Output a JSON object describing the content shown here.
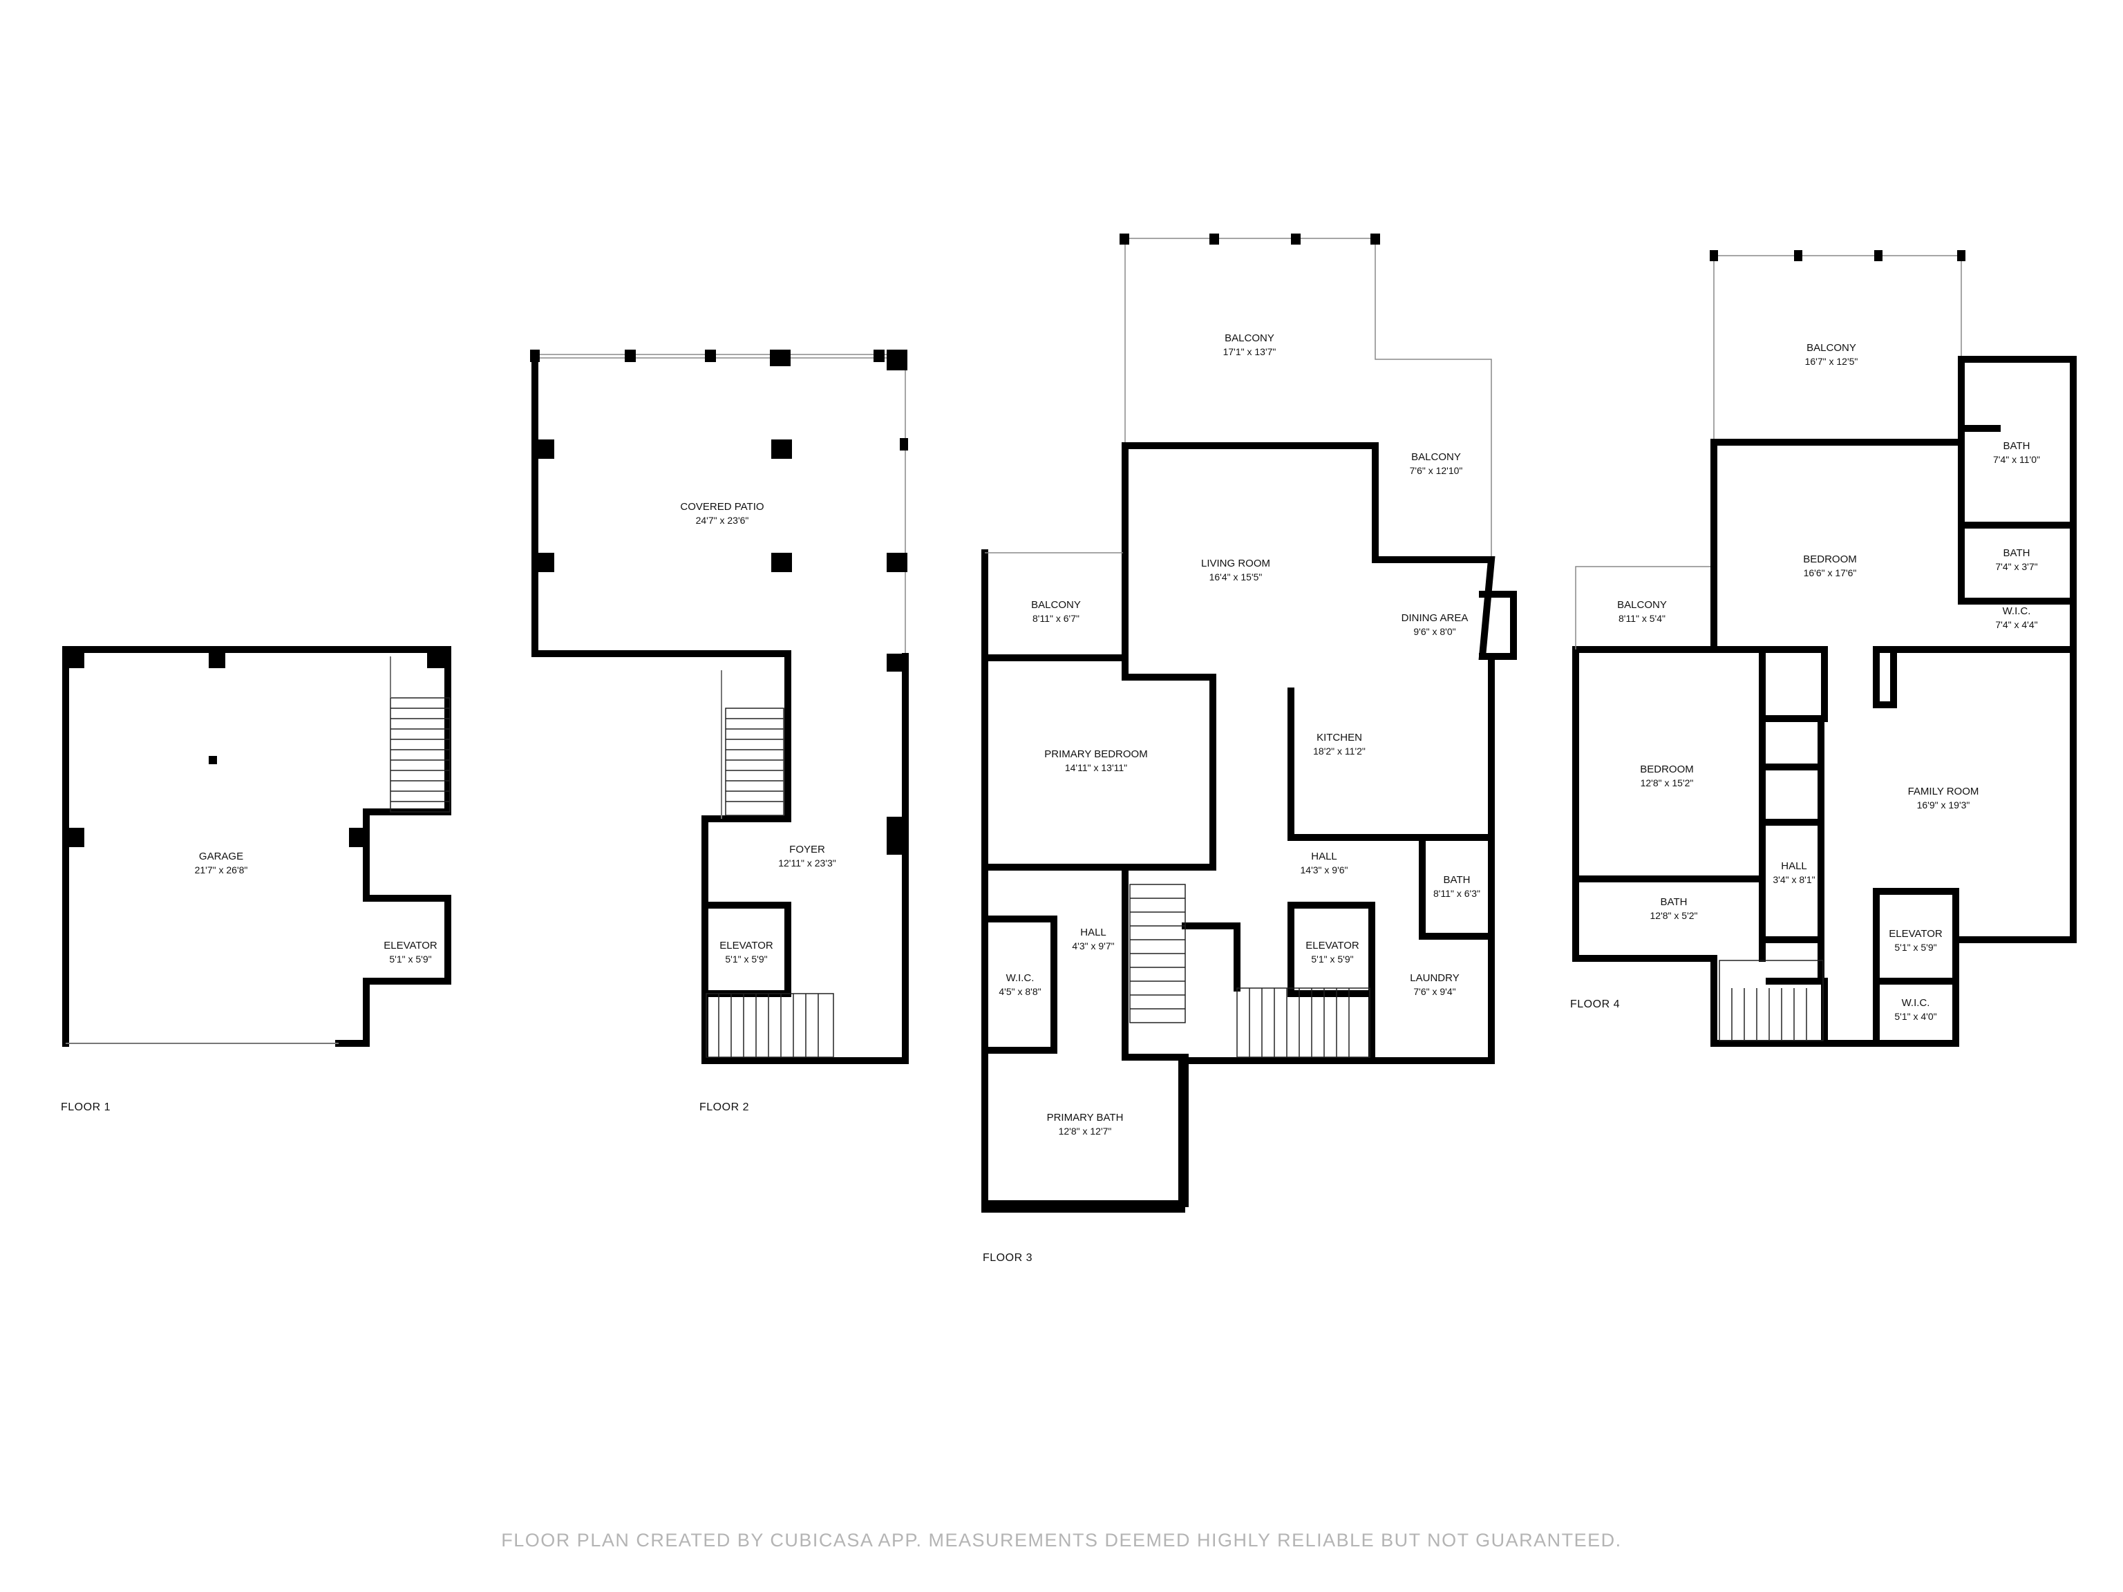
{
  "floors": [
    {
      "label": "FLOOR 1",
      "rooms": [
        {
          "name": "GARAGE",
          "dim": "21'7\" x 26'8\""
        },
        {
          "name": "ELEVATOR",
          "dim": "5'1\" x 5'9\""
        }
      ]
    },
    {
      "label": "FLOOR 2",
      "rooms": [
        {
          "name": "COVERED PATIO",
          "dim": "24'7\" x 23'6\""
        },
        {
          "name": "FOYER",
          "dim": "12'11\" x 23'3\""
        },
        {
          "name": "ELEVATOR",
          "dim": "5'1\" x 5'9\""
        }
      ]
    },
    {
      "label": "FLOOR 3",
      "rooms": [
        {
          "name": "BALCONY",
          "dim": "17'1\" x 13'7\""
        },
        {
          "name": "BALCONY",
          "dim": "7'6\" x 12'10\""
        },
        {
          "name": "LIVING ROOM",
          "dim": "16'4\" x 15'5\""
        },
        {
          "name": "DINING AREA",
          "dim": "9'6\" x 8'0\""
        },
        {
          "name": "BALCONY",
          "dim": "8'11\" x 6'7\""
        },
        {
          "name": "PRIMARY BEDROOM",
          "dim": "14'11\" x 13'11\""
        },
        {
          "name": "KITCHEN",
          "dim": "18'2\" x 11'2\""
        },
        {
          "name": "HALL",
          "dim": "14'3\" x 9'6\""
        },
        {
          "name": "BATH",
          "dim": "8'11\" x 6'3\""
        },
        {
          "name": "HALL",
          "dim": "4'3\" x 9'7\""
        },
        {
          "name": "W.I.C.",
          "dim": "4'5\" x 8'8\""
        },
        {
          "name": "ELEVATOR",
          "dim": "5'1\" x 5'9\""
        },
        {
          "name": "LAUNDRY",
          "dim": "7'6\" x 9'4\""
        },
        {
          "name": "PRIMARY BATH",
          "dim": "12'8\" x 12'7\""
        }
      ]
    },
    {
      "label": "FLOOR 4",
      "rooms": [
        {
          "name": "BALCONY",
          "dim": "16'7\" x 12'5\""
        },
        {
          "name": "BATH",
          "dim": "7'4\" x 11'0\""
        },
        {
          "name": "BEDROOM",
          "dim": "16'6\" x 17'6\""
        },
        {
          "name": "BATH",
          "dim": "7'4\" x 3'7\""
        },
        {
          "name": "W.I.C.",
          "dim": "7'4\" x 4'4\""
        },
        {
          "name": "BALCONY",
          "dim": "8'11\" x 5'4\""
        },
        {
          "name": "BEDROOM",
          "dim": "12'8\" x 15'2\""
        },
        {
          "name": "FAMILY ROOM",
          "dim": "16'9\" x 19'3\""
        },
        {
          "name": "HALL",
          "dim": "3'4\" x 8'1\""
        },
        {
          "name": "BATH",
          "dim": "12'8\" x 5'2\""
        },
        {
          "name": "ELEVATOR",
          "dim": "5'1\" x 5'9\""
        },
        {
          "name": "W.I.C.",
          "dim": "5'1\" x 4'0\""
        }
      ]
    }
  ],
  "footer": "FLOOR PLAN CREATED BY CUBICASA APP. MEASUREMENTS DEEMED HIGHLY RELIABLE BUT NOT GUARANTEED."
}
